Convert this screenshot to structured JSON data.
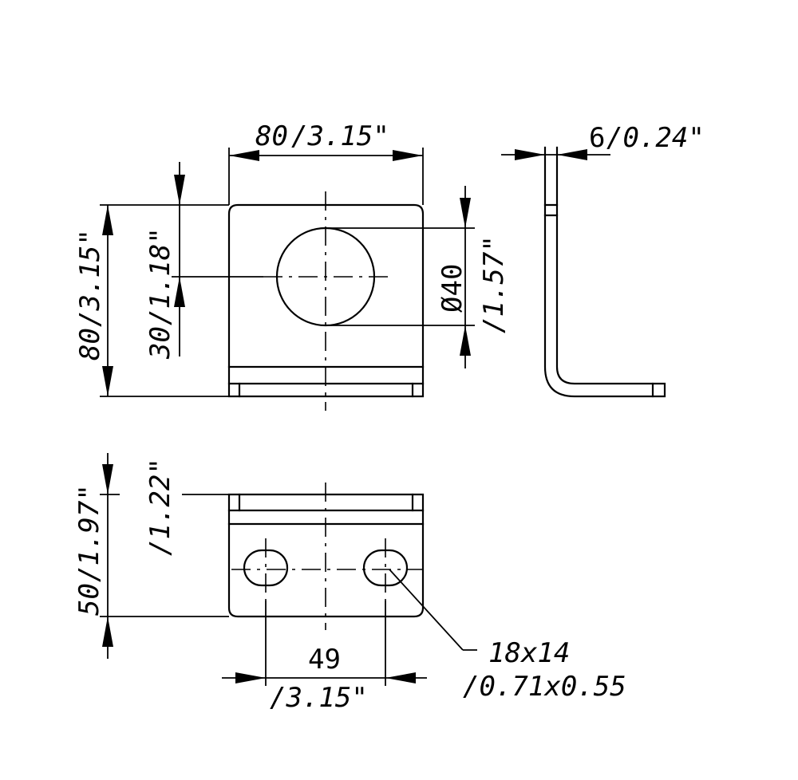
{
  "dimensions": {
    "front_width": {
      "mm": "80",
      "inch": "/3.15\""
    },
    "front_height": {
      "mm": "80",
      "inch": "/3.15\""
    },
    "hole_offset": {
      "mm": "30",
      "inch": "/1.18\""
    },
    "hole_diameter": {
      "mm": "Ø40",
      "inch": "/1.57\""
    },
    "thickness": {
      "mm": "6",
      "inch": "/0.24\""
    },
    "bottom_height": {
      "mm": "50",
      "inch": "/1.97\""
    },
    "bottom_inner": {
      "inch": "/1.22\""
    },
    "slot_spacing": {
      "mm": "49",
      "inch": "/3.15\""
    },
    "slot_size": {
      "mm": "18x14",
      "inch": "/0.71x0.55"
    }
  }
}
